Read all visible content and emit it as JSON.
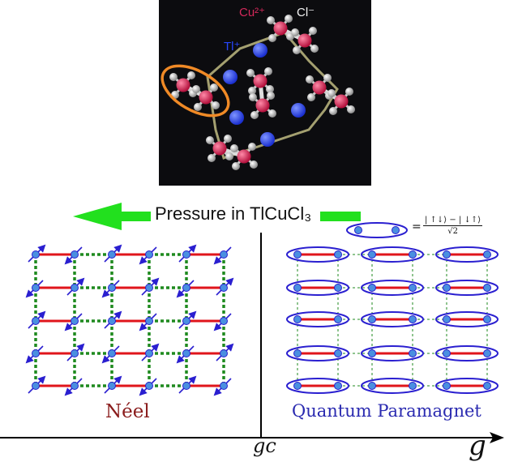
{
  "crystal": {
    "cu_label": "Cu²⁺",
    "cl_label": "Cl⁻",
    "tl_label": "Tl⁺"
  },
  "pressure_label": "Pressure in TlCuCl₃",
  "singlet_formula": {
    "equals": "=",
    "numerator": "| ↑↓⟩ − | ↓↑⟩",
    "denominator": "√2"
  },
  "phases": {
    "left": "Néel",
    "right": "Quantum Paramagnet"
  },
  "axis": {
    "critical_label": "g_c",
    "critical_display": "gc",
    "variable_label": "g"
  },
  "colors": {
    "cu": "#d3285a",
    "cl": "#f2f2f2",
    "tl": "#2747ff",
    "arrow": "#22e01e",
    "bond_strong": "#e0151b",
    "bond_weak": "#1f8a1f",
    "spin": "#2a1fd0",
    "site": "#4a8fe0",
    "neel_text": "#8a1c1c",
    "qp_text": "#2a2ab0"
  },
  "lattice": {
    "rows": 5,
    "dimers_per_row": 3
  }
}
